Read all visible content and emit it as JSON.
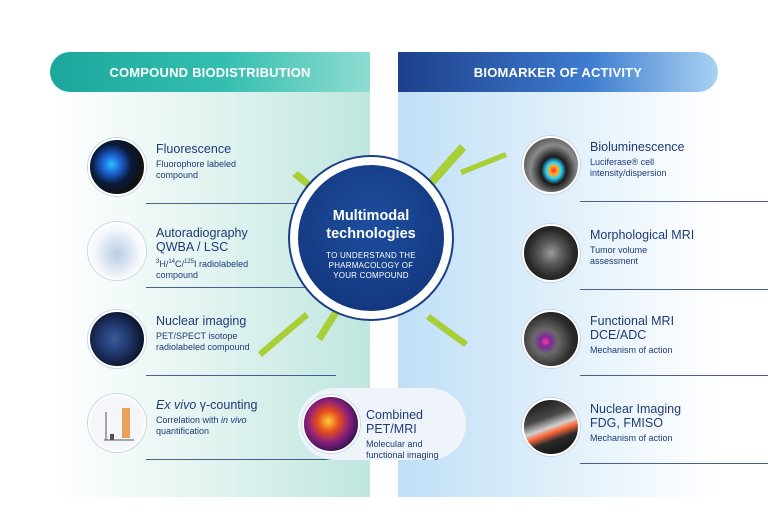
{
  "headers": {
    "left": "COMPOUND BIODISTRIBUTION",
    "right": "BIOMARKER OF ACTIVITY"
  },
  "center": {
    "title_line1": "Multimodal",
    "title_line2": "technologies",
    "sub_line1": "TO UNDERSTAND THE",
    "sub_line2": "PHARMACOLOGY OF",
    "sub_line3": "YOUR COMPOUND"
  },
  "left_items": [
    {
      "title": "Fluorescence",
      "desc1": "Fluorophore labeled",
      "desc2": "compound"
    },
    {
      "title1": "Autoradiography",
      "title2": "QWBA / LSC",
      "desc_tail": "C/",
      "desc_tail2": "I radiolabeled",
      "sup1": "3",
      "h": "H/",
      "sup2": "14",
      "sup3": "125",
      "desc2": "compound"
    },
    {
      "title": "Nuclear imaging",
      "desc1": "PET/SPECT isotope",
      "desc2": "radiolabeled compound"
    },
    {
      "title_italic": "Ex vivo",
      "title_rest": " γ-counting",
      "desc1": "Correlation with ",
      "desc_italic": "in vivo",
      "desc2": "quantification"
    }
  ],
  "combined": {
    "title": "Combined PET/MRI",
    "desc1": "Molecular and",
    "desc2": "functional imaging"
  },
  "right_items": [
    {
      "title": "Bioluminescence",
      "desc1": "Luciferase® cell",
      "desc2": "intensity/dispersion"
    },
    {
      "title": "Morphological MRI",
      "desc1": "Tumor volume",
      "desc2": "assessment"
    },
    {
      "title1": "Functional MRI",
      "title2": "DCE/ADC",
      "desc1": "Mechanism of action"
    },
    {
      "title1": "Nuclear Imaging",
      "title2": "FDG, FMISO",
      "desc1": "Mechanism of action"
    }
  ],
  "colors": {
    "teal": "#1aa79b",
    "navy": "#1e3a78",
    "accent_green": "#a9cf38",
    "center_blue": "#143a82"
  }
}
